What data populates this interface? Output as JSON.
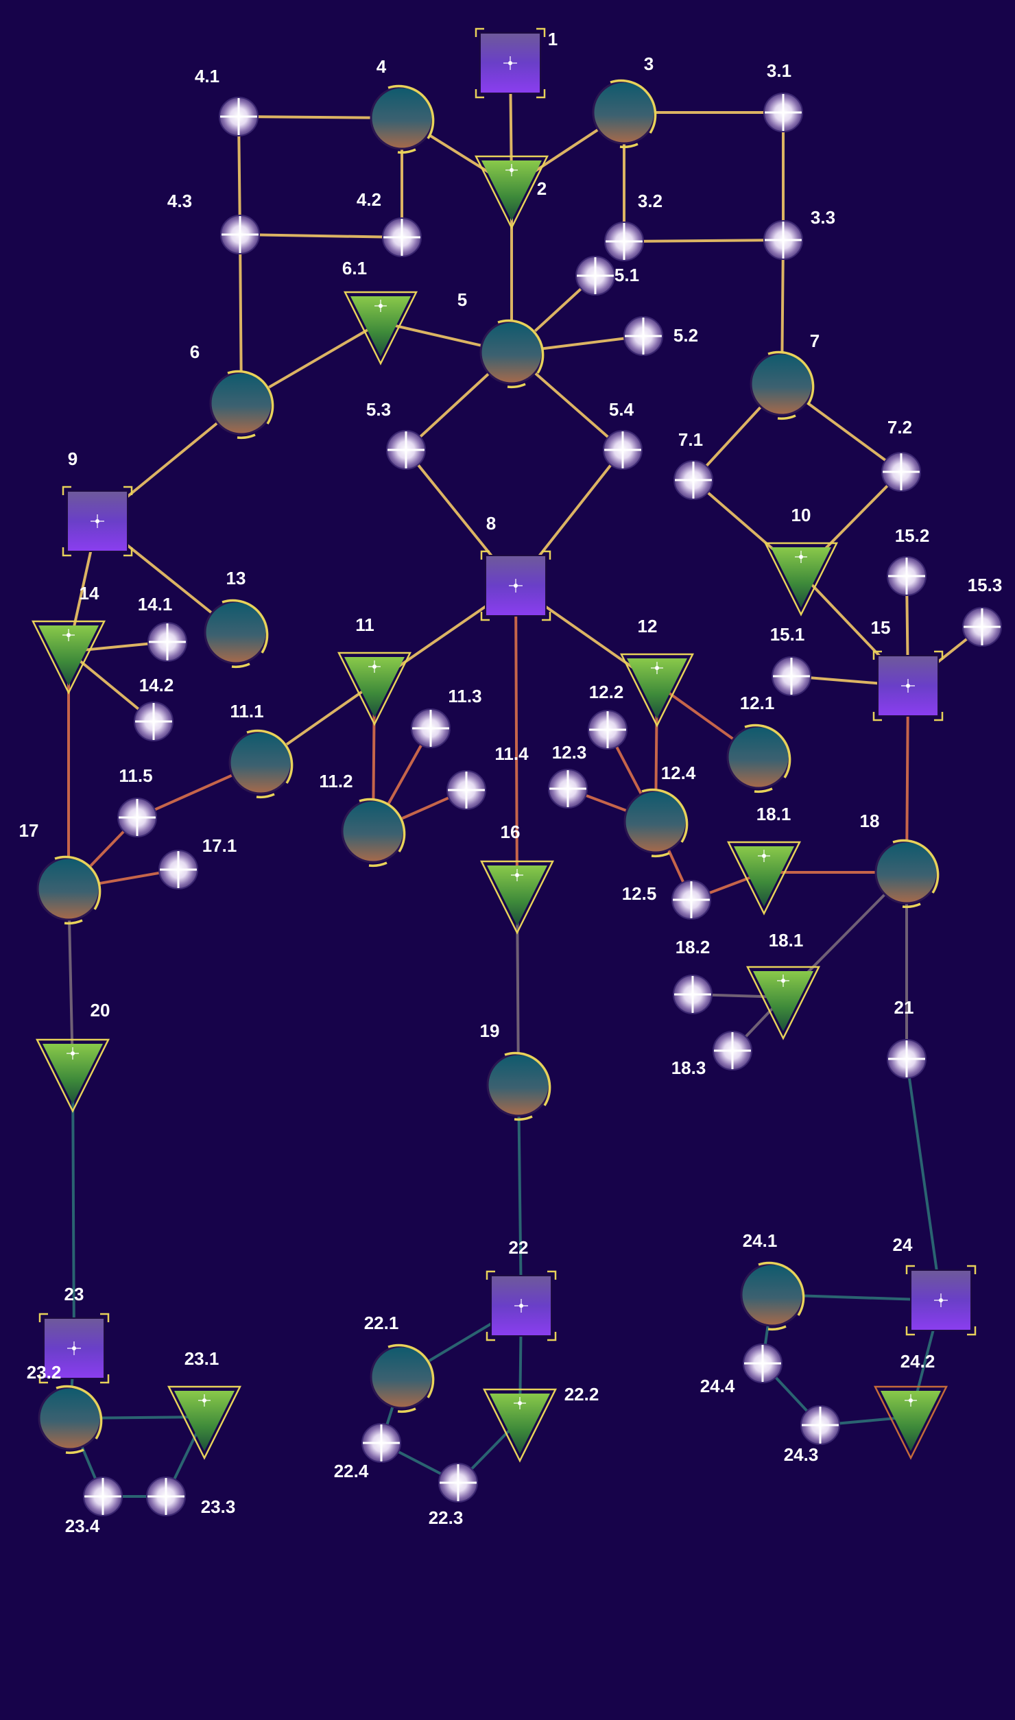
{
  "colors": {
    "background": "#17034a",
    "edge_gold": "#f2c866",
    "edge_orange": "#d9704a",
    "edge_dim": "#7a6a7a",
    "edge_teal": "#2c6f75",
    "ring": "#e8d25a",
    "label": "#ffffff"
  },
  "node_types": {
    "circle": "planet-node",
    "triangle": "green-triangle-node",
    "square": "purple-square-node",
    "orb": "white-orb-node"
  },
  "nodes": [
    {
      "id": "1",
      "type": "square",
      "state": "gold"
    },
    {
      "id": "2",
      "type": "triangle",
      "state": "gold"
    },
    {
      "id": "3",
      "type": "circle",
      "state": "gold"
    },
    {
      "id": "3.1",
      "type": "orb",
      "state": "gold"
    },
    {
      "id": "3.2",
      "type": "orb",
      "state": "gold"
    },
    {
      "id": "3.3",
      "type": "orb",
      "state": "gold"
    },
    {
      "id": "4",
      "type": "circle",
      "state": "gold"
    },
    {
      "id": "4.1",
      "type": "orb",
      "state": "gold"
    },
    {
      "id": "4.2",
      "type": "orb",
      "state": "gold"
    },
    {
      "id": "4.3",
      "type": "orb",
      "state": "gold"
    },
    {
      "id": "5",
      "type": "circle",
      "state": "gold"
    },
    {
      "id": "5.1",
      "type": "orb",
      "state": "gold"
    },
    {
      "id": "5.2",
      "type": "orb",
      "state": "gold"
    },
    {
      "id": "5.3",
      "type": "orb",
      "state": "gold"
    },
    {
      "id": "5.4",
      "type": "orb",
      "state": "gold"
    },
    {
      "id": "6",
      "type": "circle",
      "state": "gold"
    },
    {
      "id": "6.1",
      "type": "triangle",
      "state": "gold"
    },
    {
      "id": "7",
      "type": "circle",
      "state": "gold"
    },
    {
      "id": "7.1",
      "type": "orb",
      "state": "gold"
    },
    {
      "id": "7.2",
      "type": "orb",
      "state": "gold"
    },
    {
      "id": "8",
      "type": "square",
      "state": "gold"
    },
    {
      "id": "9",
      "type": "square",
      "state": "gold"
    },
    {
      "id": "10",
      "type": "triangle",
      "state": "gold"
    },
    {
      "id": "11",
      "type": "triangle",
      "state": "gold"
    },
    {
      "id": "11.1",
      "type": "circle",
      "state": "gold"
    },
    {
      "id": "11.2",
      "type": "circle",
      "state": "gold"
    },
    {
      "id": "11.3",
      "type": "orb",
      "state": "gold"
    },
    {
      "id": "11.4",
      "type": "orb",
      "state": "gold"
    },
    {
      "id": "11.5",
      "type": "orb",
      "state": "gold"
    },
    {
      "id": "12",
      "type": "triangle",
      "state": "gold"
    },
    {
      "id": "12.1",
      "type": "circle",
      "state": "gold"
    },
    {
      "id": "12.2",
      "type": "orb",
      "state": "gold"
    },
    {
      "id": "12.3",
      "type": "orb",
      "state": "gold"
    },
    {
      "id": "12.4",
      "type": "circle",
      "state": "gold"
    },
    {
      "id": "12.5",
      "type": "orb",
      "state": "gold"
    },
    {
      "id": "13",
      "type": "circle",
      "state": "gold"
    },
    {
      "id": "14",
      "type": "triangle",
      "state": "gold"
    },
    {
      "id": "14.1",
      "type": "orb",
      "state": "gold"
    },
    {
      "id": "14.2",
      "type": "orb",
      "state": "gold"
    },
    {
      "id": "15",
      "type": "square",
      "state": "gold"
    },
    {
      "id": "15.1",
      "type": "orb",
      "state": "gold"
    },
    {
      "id": "15.2",
      "type": "orb",
      "state": "gold"
    },
    {
      "id": "15.3",
      "type": "orb",
      "state": "gold"
    },
    {
      "id": "16",
      "type": "triangle",
      "state": "gold"
    },
    {
      "id": "17",
      "type": "circle",
      "state": "gold"
    },
    {
      "id": "17.1",
      "type": "orb",
      "state": "gold"
    },
    {
      "id": "18",
      "type": "circle",
      "state": "gold"
    },
    {
      "id": "18.1",
      "type": "triangle",
      "state": "gold"
    },
    {
      "id": "18.1",
      "type": "triangle",
      "state": "gold"
    },
    {
      "id": "18.2",
      "type": "orb",
      "state": "gold"
    },
    {
      "id": "18.3",
      "type": "orb",
      "state": "gold"
    },
    {
      "id": "19",
      "type": "circle",
      "state": "gold"
    },
    {
      "id": "20",
      "type": "triangle",
      "state": "gold"
    },
    {
      "id": "21",
      "type": "orb",
      "state": "gold"
    },
    {
      "id": "22",
      "type": "square",
      "state": "gold"
    },
    {
      "id": "22.1",
      "type": "circle",
      "state": "gold"
    },
    {
      "id": "22.2",
      "type": "triangle",
      "state": "gold"
    },
    {
      "id": "22.3",
      "type": "orb",
      "state": "gold"
    },
    {
      "id": "22.4",
      "type": "orb",
      "state": "gold"
    },
    {
      "id": "23",
      "type": "square",
      "state": "gold"
    },
    {
      "id": "23.1",
      "type": "triangle",
      "state": "gold"
    },
    {
      "id": "23.2",
      "type": "circle",
      "state": "gold"
    },
    {
      "id": "23.3",
      "type": "orb",
      "state": "gold"
    },
    {
      "id": "23.4",
      "type": "orb",
      "state": "gold"
    },
    {
      "id": "24",
      "type": "square",
      "state": "gold"
    },
    {
      "id": "24.1",
      "type": "circle",
      "state": "gold"
    },
    {
      "id": "24.2",
      "type": "triangle",
      "state": "dim"
    },
    {
      "id": "24.3",
      "type": "orb",
      "state": "gold"
    },
    {
      "id": "24.4",
      "type": "orb",
      "state": "gold"
    }
  ],
  "edges": [
    [
      "1",
      "2",
      "gold"
    ],
    [
      "2",
      "3",
      "gold"
    ],
    [
      "2",
      "4",
      "gold"
    ],
    [
      "2",
      "5",
      "gold"
    ],
    [
      "4",
      "4.1",
      "gold"
    ],
    [
      "4",
      "4.2",
      "gold"
    ],
    [
      "4.1",
      "4.3",
      "gold"
    ],
    [
      "4.3",
      "4.2",
      "gold"
    ],
    [
      "4.3",
      "6",
      "gold"
    ],
    [
      "3",
      "3.1",
      "gold"
    ],
    [
      "3",
      "3.2",
      "gold"
    ],
    [
      "3.1",
      "3.3",
      "gold"
    ],
    [
      "3.2",
      "3.3",
      "gold"
    ],
    [
      "3.3",
      "7",
      "gold"
    ],
    [
      "5",
      "5.1",
      "gold"
    ],
    [
      "5",
      "5.2",
      "gold"
    ],
    [
      "5",
      "5.3",
      "gold"
    ],
    [
      "5",
      "5.4",
      "gold"
    ],
    [
      "5",
      "6.1",
      "gold"
    ],
    [
      "6.1",
      "6",
      "gold"
    ],
    [
      "6",
      "9",
      "gold"
    ],
    [
      "5.3",
      "8",
      "gold"
    ],
    [
      "5.4",
      "8",
      "gold"
    ],
    [
      "7",
      "7.1",
      "gold"
    ],
    [
      "7",
      "7.2",
      "gold"
    ],
    [
      "7.1",
      "10",
      "gold"
    ],
    [
      "7.2",
      "10",
      "gold"
    ],
    [
      "10",
      "15",
      "gold"
    ],
    [
      "15",
      "15.1",
      "gold"
    ],
    [
      "15",
      "15.2",
      "gold"
    ],
    [
      "15",
      "15.3",
      "gold"
    ],
    [
      "9",
      "13",
      "gold"
    ],
    [
      "9",
      "14",
      "gold"
    ],
    [
      "14",
      "14.1",
      "gold"
    ],
    [
      "14",
      "14.2",
      "gold"
    ],
    [
      "8",
      "11",
      "gold"
    ],
    [
      "8",
      "12",
      "gold"
    ],
    [
      "8",
      "16",
      "orange"
    ],
    [
      "11",
      "11.1",
      "gold"
    ],
    [
      "11",
      "11.2",
      "orange"
    ],
    [
      "11.2",
      "11.3",
      "orange"
    ],
    [
      "11.2",
      "11.4",
      "orange"
    ],
    [
      "11.1",
      "11.5",
      "orange"
    ],
    [
      "12",
      "12.1",
      "orange"
    ],
    [
      "12",
      "12.4",
      "orange"
    ],
    [
      "12.4",
      "12.2",
      "orange"
    ],
    [
      "12.4",
      "12.3",
      "orange"
    ],
    [
      "12.4",
      "12.5",
      "orange"
    ],
    [
      "14",
      "17",
      "orange"
    ],
    [
      "17",
      "11.5",
      "orange"
    ],
    [
      "17",
      "17.1",
      "orange"
    ],
    [
      "15",
      "18",
      "orange"
    ],
    [
      "18",
      "18.1a",
      "orange"
    ],
    [
      "18.1a",
      "12.5",
      "orange"
    ],
    [
      "18",
      "18.1b",
      "dim"
    ],
    [
      "18.1b",
      "18.2",
      "dim"
    ],
    [
      "18.1b",
      "18.3",
      "dim"
    ],
    [
      "18",
      "21",
      "dim"
    ],
    [
      "17",
      "20",
      "dim"
    ],
    [
      "16",
      "19",
      "dim"
    ],
    [
      "20",
      "23",
      "teal"
    ],
    [
      "19",
      "22",
      "teal"
    ],
    [
      "21",
      "24",
      "teal"
    ],
    [
      "23",
      "23.2",
      "teal"
    ],
    [
      "23.2",
      "23.1",
      "teal"
    ],
    [
      "23.2",
      "23.4",
      "teal"
    ],
    [
      "23.4",
      "23.3",
      "teal"
    ],
    [
      "23.3",
      "23.1",
      "teal"
    ],
    [
      "22",
      "22.1",
      "teal"
    ],
    [
      "22",
      "22.2",
      "teal"
    ],
    [
      "22.1",
      "22.4",
      "teal"
    ],
    [
      "22.4",
      "22.3",
      "teal"
    ],
    [
      "22.3",
      "22.2",
      "teal"
    ],
    [
      "24",
      "24.1",
      "teal"
    ],
    [
      "24",
      "24.2",
      "teal"
    ],
    [
      "24.1",
      "24.4",
      "teal"
    ],
    [
      "24.4",
      "24.3",
      "teal"
    ],
    [
      "24.3",
      "24.2",
      "teal"
    ]
  ]
}
